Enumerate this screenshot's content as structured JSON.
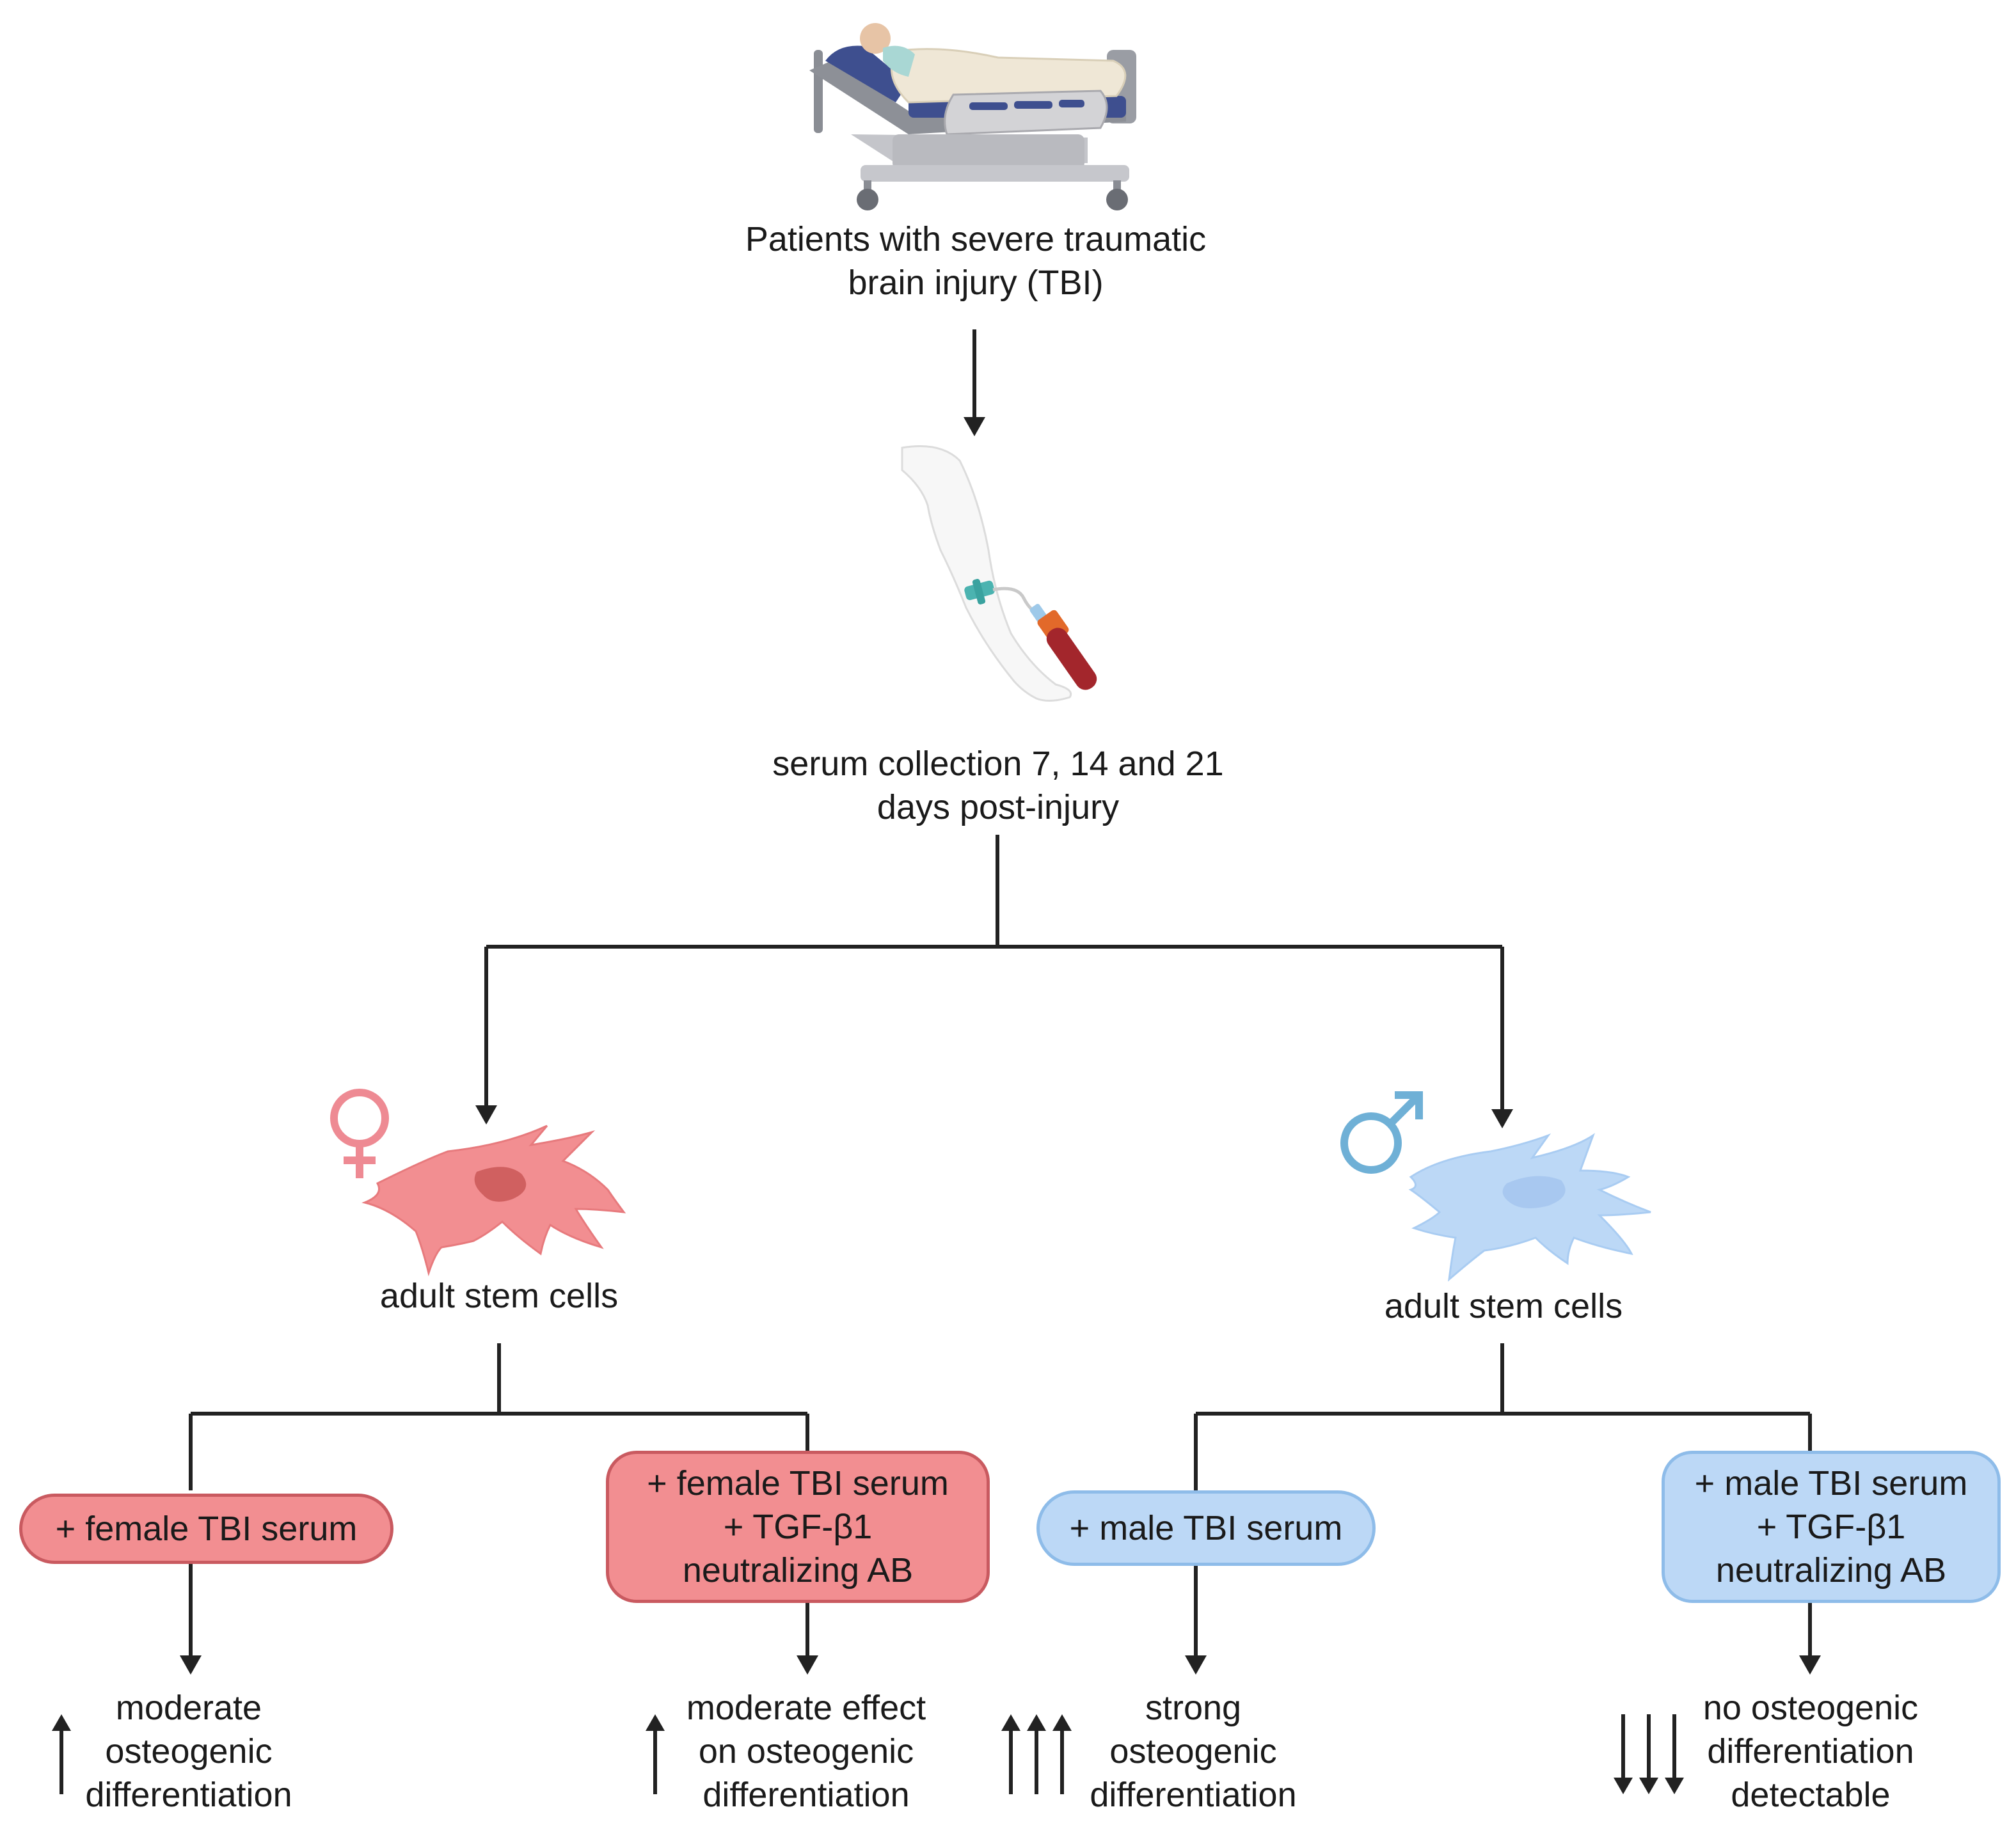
{
  "top": {
    "patient_label": "Patients with severe traumatic\nbrain injury (TBI)",
    "serum_label": "serum collection 7, 14 and 21\ndays post-injury"
  },
  "female": {
    "cells_label": "adult stem cells",
    "cell_color": "#f28e91",
    "symbol_color": "#ee8a93",
    "branch1": {
      "box_label": "+ female TBI serum",
      "result_label": "moderate\nosteogenic\ndifferentiation",
      "arrows": "up",
      "arrow_count": 1
    },
    "branch2": {
      "box_label": "+ female TBI serum\n+ TGF-β1\nneutralizing AB",
      "result_label": "moderate effect\non osteogenic\ndifferentiation",
      "arrows": "up",
      "arrow_count": 1
    }
  },
  "male": {
    "cells_label": "adult stem cells",
    "cell_color": "#bcd8f6",
    "symbol_color": "#6fb0d6",
    "branch1": {
      "box_label": "+ male TBI serum",
      "result_label": "strong\nosteogenic\ndifferentiation",
      "arrows": "up",
      "arrow_count": 3
    },
    "branch2": {
      "box_label": "+ male TBI serum\n+ TGF-β1\nneutralizing AB",
      "result_label": "no osteogenic\ndifferentiation\ndetectable",
      "arrows": "down",
      "arrow_count": 3
    }
  },
  "colors": {
    "line": "#222222",
    "female_box": "#f28e91",
    "female_border": "#c95a60",
    "male_box": "#bcd8f6",
    "male_border": "#8ebce9"
  }
}
